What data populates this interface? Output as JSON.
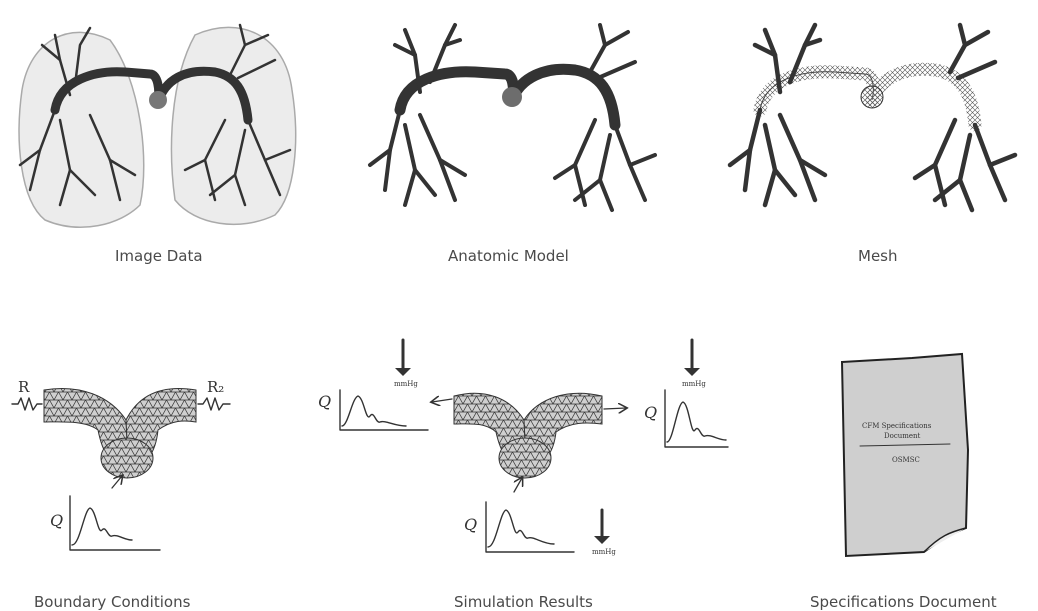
{
  "top_row": [
    {
      "caption": "Image Data"
    },
    {
      "caption": "Anatomic Model"
    },
    {
      "caption": "Mesh"
    }
  ],
  "bottom_row": {
    "boundary": {
      "caption": "Boundary Conditions",
      "left_label": "R",
      "right_label": "R₂",
      "flow_label": "Q"
    },
    "simulation": {
      "caption": "Simulation Results",
      "flow_label": "Q",
      "pressure_label": "mmHg"
    },
    "document": {
      "caption": "Specifications Document",
      "doc_title_line1": "CFM Specifications",
      "doc_title_line2": "Document",
      "doc_subtitle": "OSMSC"
    }
  }
}
